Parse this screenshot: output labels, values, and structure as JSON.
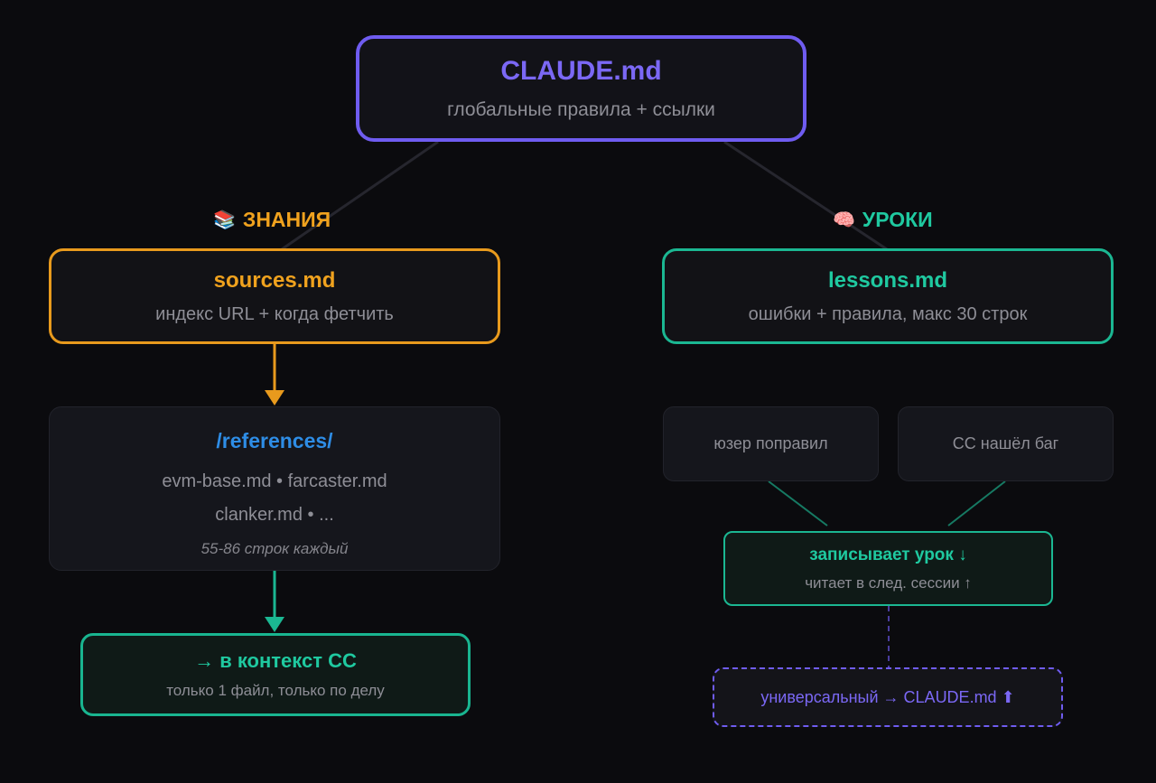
{
  "root": {
    "title": "CLAUDE.md",
    "subtitle": "глобальные правила + ссылки"
  },
  "sections": {
    "knowledge": {
      "emoji": "📚",
      "label": "ЗНАНИЯ"
    },
    "lessons": {
      "emoji": "🧠",
      "label": "УРОКИ"
    }
  },
  "sources": {
    "title": "sources.md",
    "subtitle": "индекс URL + когда фетчить"
  },
  "lessons_file": {
    "title": "lessons.md",
    "subtitle": "ошибки + правила, макс 30 строк"
  },
  "references": {
    "title": "/references/",
    "line1": "evm-base.md • farcaster.md",
    "line2": "clanker.md • ...",
    "note": "55-86 строк каждый"
  },
  "context": {
    "title": "→ в контекст CC",
    "subtitle": "только 1 файл, только по делу"
  },
  "triggers": {
    "user_fix": "юзер поправил",
    "cc_bug": "CC нашёл баг"
  },
  "write_lesson": {
    "title": "записывает урок ↓",
    "subtitle": "читает в след. сессии ↑"
  },
  "universal": {
    "text": "универсальный → CLAUDE.md ⬆"
  },
  "colors": {
    "purple": "#6f5cf0",
    "orange": "#e89a1d",
    "green": "#1bb792",
    "blue": "#2e8de6",
    "background": "#0b0b0e"
  }
}
